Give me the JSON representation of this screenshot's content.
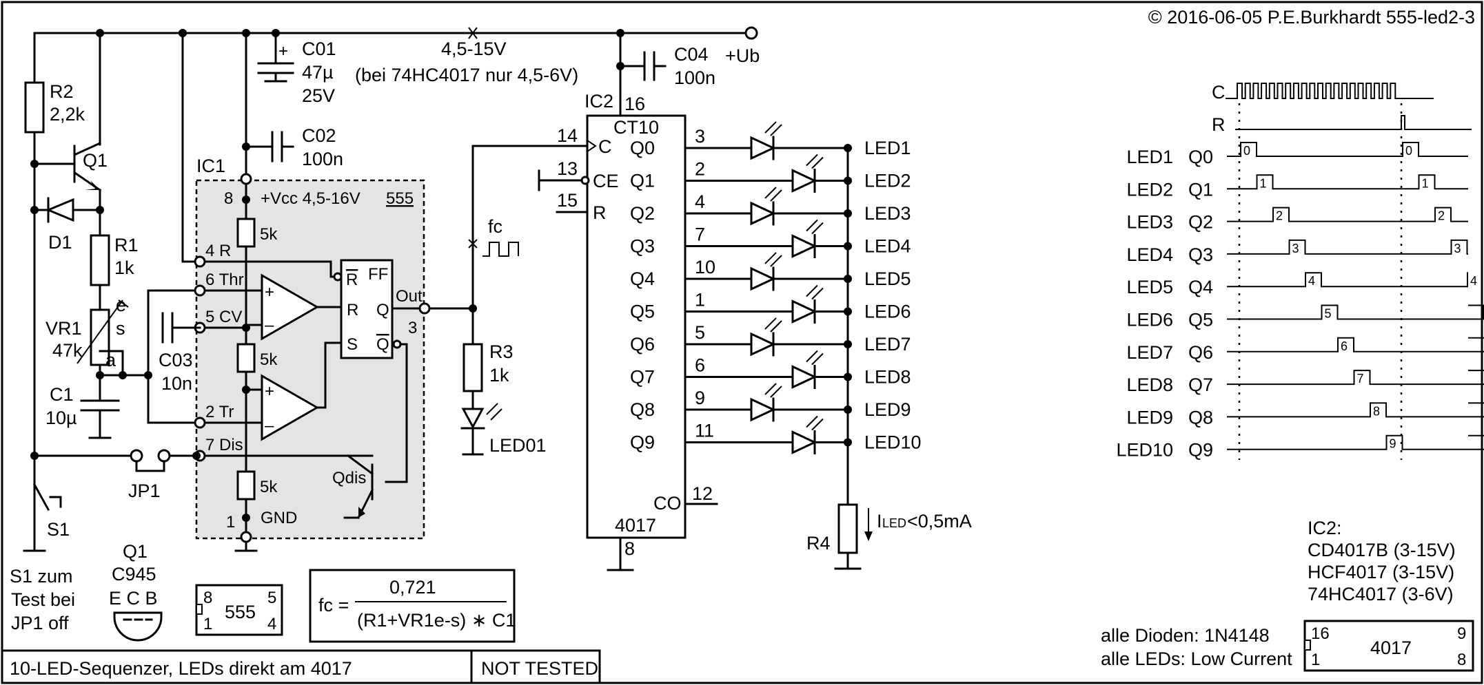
{
  "copyright": "© 2016-06-05 P.E.Burkhardt 555-led2-3",
  "footer": {
    "title": "10-LED-Sequenzer, LEDs direkt am 4017",
    "status": "NOT TESTED"
  },
  "supply": {
    "range": "4,5-15V",
    "note": "(bei 74HC4017 nur 4,5-6V)",
    "ub": "+Ub"
  },
  "components": {
    "r2": {
      "name": "R2",
      "value": "2,2k"
    },
    "q1": {
      "name": "Q1"
    },
    "d1": {
      "name": "D1"
    },
    "r1": {
      "name": "R1",
      "value": "1k"
    },
    "vr1": {
      "name": "VR1",
      "value": "47k",
      "pin_e": "e",
      "pin_s": "s",
      "pin_a": "a"
    },
    "c1": {
      "name": "C1",
      "value": "10µ"
    },
    "c01": {
      "name": "C01",
      "value": "47µ",
      "voltage": "25V"
    },
    "c02": {
      "name": "C02",
      "value": "100n"
    },
    "c03": {
      "name": "C03",
      "value": "10n"
    },
    "c04": {
      "name": "C04",
      "value": "100n"
    },
    "r3": {
      "name": "R3",
      "value": "1k"
    },
    "led01": {
      "name": "LED01"
    },
    "r4": {
      "name": "R4",
      "current": "I",
      "current_sub": "LED",
      "current_val": "<0,5mA"
    },
    "jp1": {
      "name": "JP1"
    },
    "s1": {
      "name": "S1",
      "note": [
        "S1 zum",
        "Test bei",
        "JP1 off"
      ]
    },
    "fc_label": "fc"
  },
  "ic1": {
    "name": "IC1",
    "type": "555",
    "vcc": "+Vcc  4,5-16V",
    "pin8": "8",
    "pin1": "1",
    "gnd": "GND",
    "pin_r": "4 R",
    "pin_thr": "6 Thr",
    "pin_cv": "5 CV",
    "pin_tr": "2 Tr",
    "pin_dis": "7 Dis",
    "res": [
      "5k",
      "5k",
      "5k"
    ],
    "ff": {
      "title": "FF",
      "rbar": "R",
      "r": "R",
      "s": "S",
      "q": "Q",
      "qbar": "Q"
    },
    "out": "Out",
    "pin3": "3",
    "qdis": "Qdis",
    "plus": "+",
    "minus": "–"
  },
  "ic2": {
    "name": "IC2",
    "type": "CT10",
    "part": "4017",
    "pin16": "16",
    "pin8": "8",
    "inputs": [
      {
        "pin": "14",
        "label": "C"
      },
      {
        "pin": "13",
        "label": "CE"
      },
      {
        "pin": "15",
        "label": "R"
      }
    ],
    "outputs": [
      {
        "q": "Q0",
        "pin": "3",
        "led": "LED1"
      },
      {
        "q": "Q1",
        "pin": "2",
        "led": "LED2"
      },
      {
        "q": "Q2",
        "pin": "4",
        "led": "LED3"
      },
      {
        "q": "Q3",
        "pin": "7",
        "led": "LED4"
      },
      {
        "q": "Q4",
        "pin": "10",
        "led": "LED5"
      },
      {
        "q": "Q5",
        "pin": "1",
        "led": "LED6"
      },
      {
        "q": "Q6",
        "pin": "5",
        "led": "LED7"
      },
      {
        "q": "Q7",
        "pin": "6",
        "led": "LED8"
      },
      {
        "q": "Q8",
        "pin": "9",
        "led": "LED9"
      },
      {
        "q": "Q9",
        "pin": "11",
        "led": "LED10"
      }
    ],
    "co": {
      "label": "CO",
      "pin": "12"
    }
  },
  "formula": {
    "lhs": "fc =",
    "numerator": "0,721",
    "denominator": "(R1+VR1e-s) ∗ C1"
  },
  "package555": {
    "pins": [
      "8",
      "5",
      "1",
      "4"
    ],
    "label": "555"
  },
  "package4017": {
    "pins": [
      "16",
      "9",
      "1",
      "8"
    ],
    "label": "4017"
  },
  "q1_pkg": {
    "name": "Q1",
    "part": "C945",
    "pins": "E C B"
  },
  "ic2_variants": [
    "IC2:",
    "CD4017B (3-15V)",
    "HCF4017 (3-15V)",
    "74HC4017 (3-6V)"
  ],
  "notes": [
    "alle Dioden: 1N4148",
    "alle LEDs: Low Current"
  ],
  "timing": {
    "clock": "C",
    "reset": "R",
    "rows": [
      {
        "led": "LED1",
        "q": "Q0",
        "step": "0"
      },
      {
        "led": "LED2",
        "q": "Q1",
        "step": "1"
      },
      {
        "led": "LED3",
        "q": "Q2",
        "step": "2"
      },
      {
        "led": "LED4",
        "q": "Q3",
        "step": "3"
      },
      {
        "led": "LED5",
        "q": "Q4",
        "step": "4"
      },
      {
        "led": "LED6",
        "q": "Q5",
        "step": "5"
      },
      {
        "led": "LED7",
        "q": "Q6",
        "step": "6"
      },
      {
        "led": "LED8",
        "q": "Q7",
        "step": "7"
      },
      {
        "led": "LED9",
        "q": "Q8",
        "step": "8"
      },
      {
        "led": "LED10",
        "q": "Q9",
        "step": "9"
      }
    ]
  }
}
